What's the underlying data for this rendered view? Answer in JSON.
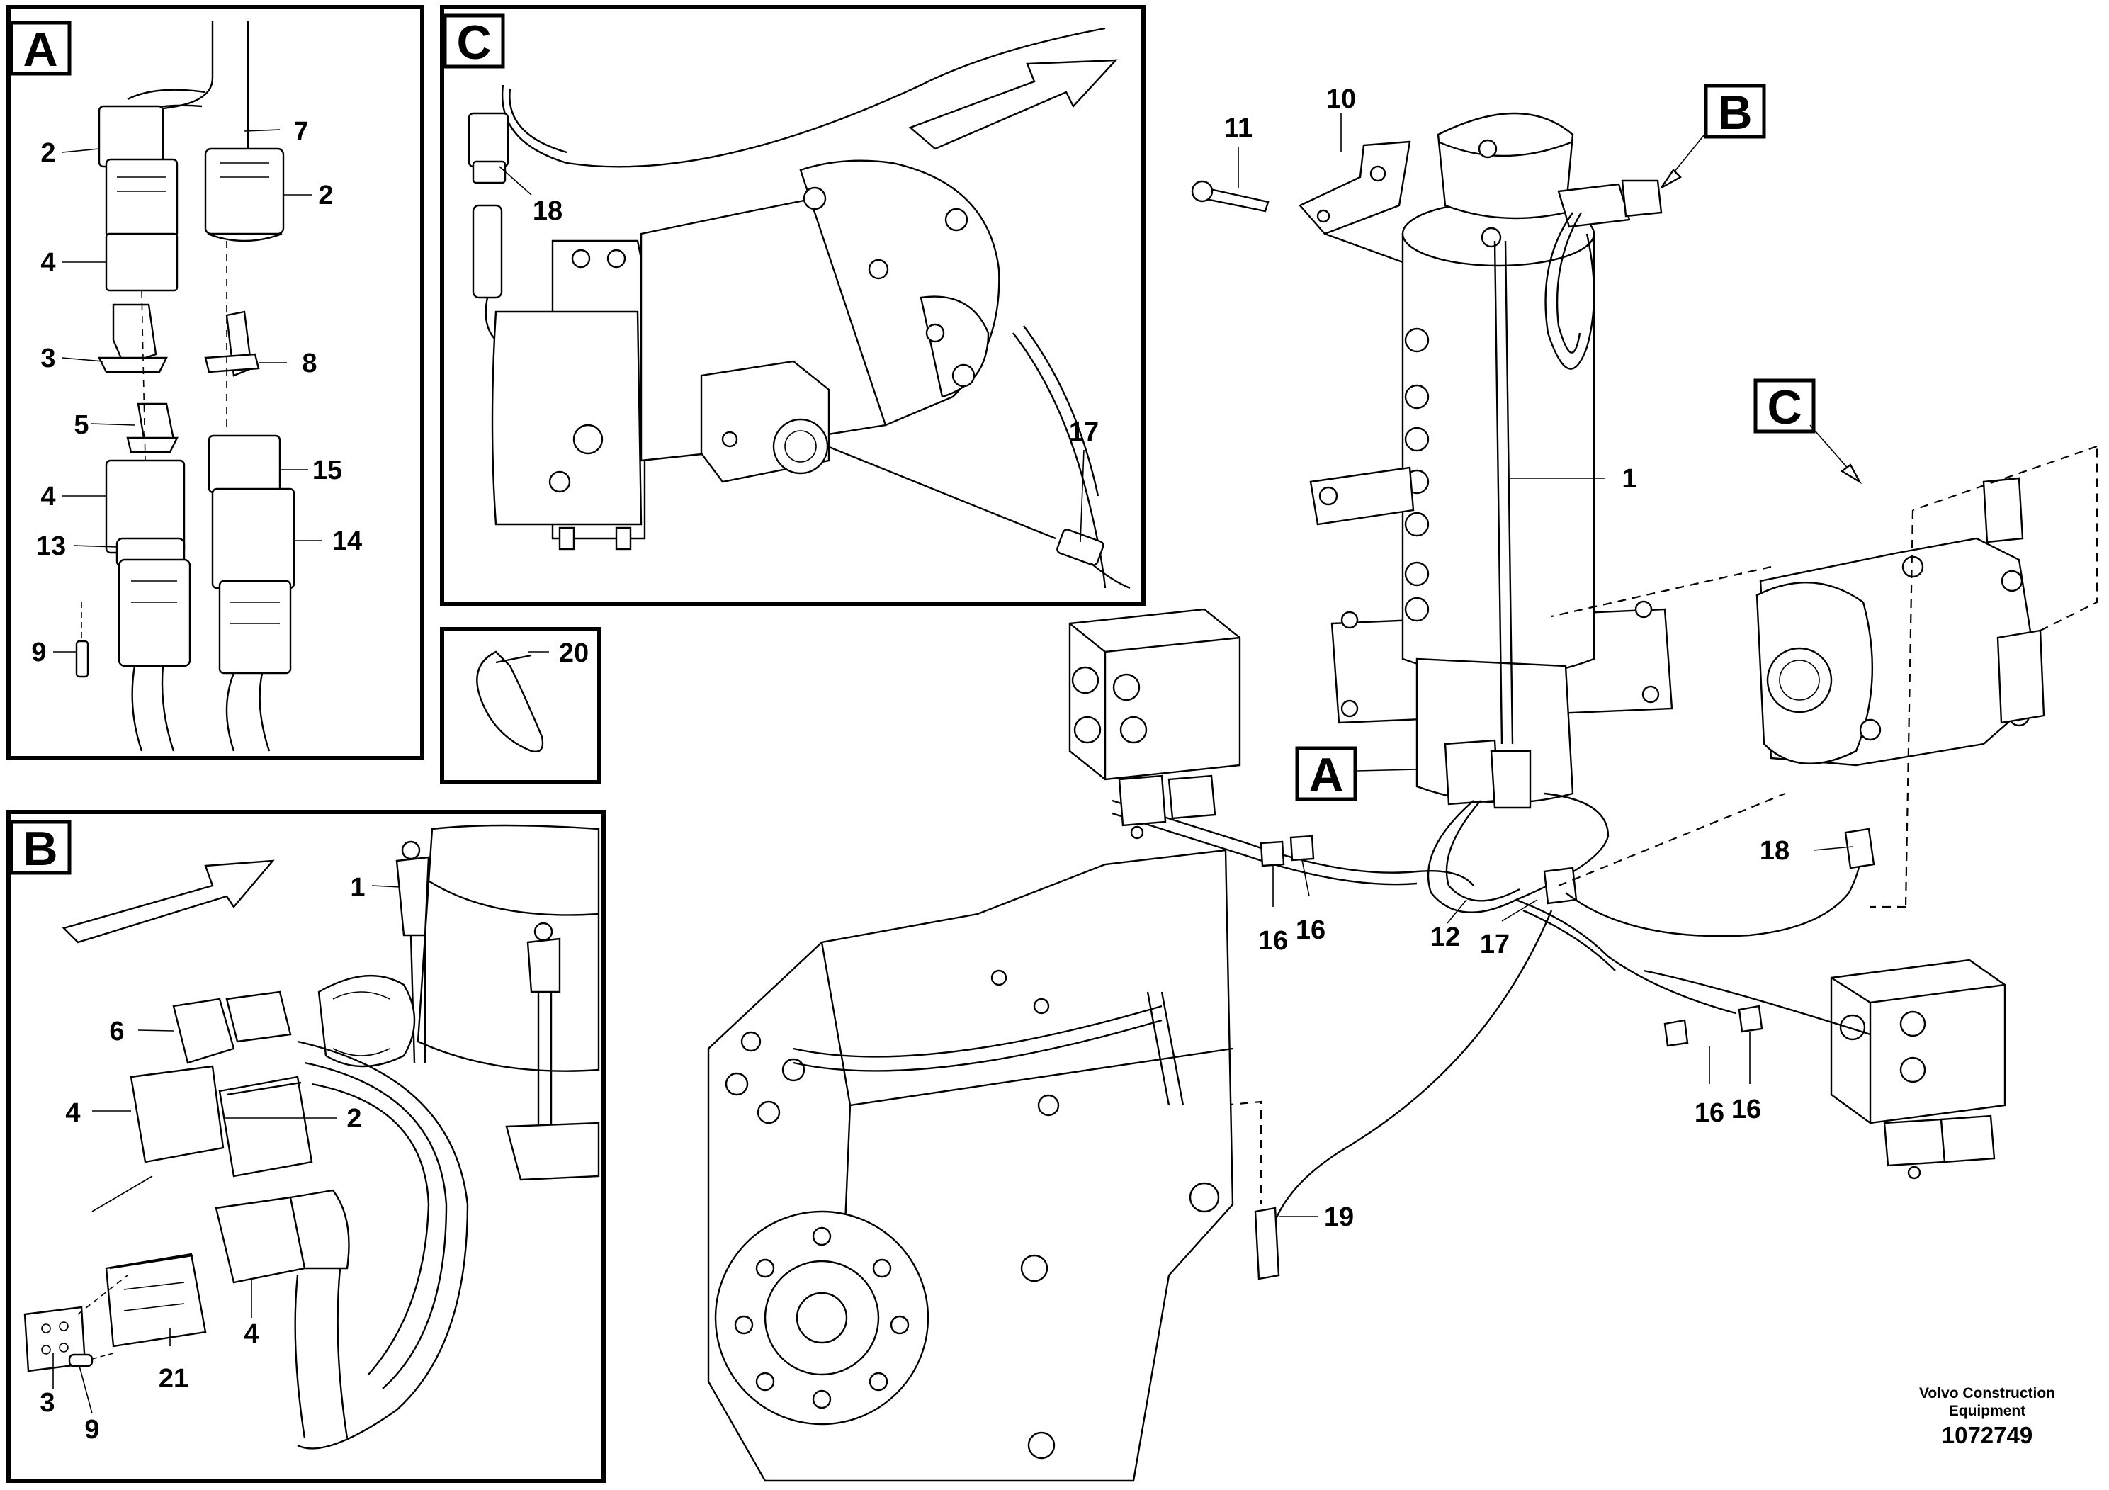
{
  "insets": {
    "A": {
      "tag": "A"
    },
    "B": {
      "tag": "B"
    },
    "C": {
      "tag": "C"
    }
  },
  "main_tags": {
    "A": "A",
    "B": "B",
    "C": "C"
  },
  "callouts": {
    "inset_a": [
      "2",
      "7",
      "2",
      "4",
      "3",
      "8",
      "5",
      "15",
      "4",
      "13",
      "14",
      "9"
    ],
    "inset_c": [
      "18",
      "17"
    ],
    "inset_tie": [
      "20"
    ],
    "inset_b": [
      "1",
      "6",
      "4",
      "2",
      "3",
      "4",
      "21",
      "9"
    ],
    "main": [
      "11",
      "10",
      "1",
      "18",
      "16",
      "16",
      "12",
      "17",
      "16",
      "16",
      "19"
    ]
  },
  "footer": {
    "brand_line1": "Volvo Construction",
    "brand_line2": "Equipment",
    "doc_number": "1072749"
  }
}
